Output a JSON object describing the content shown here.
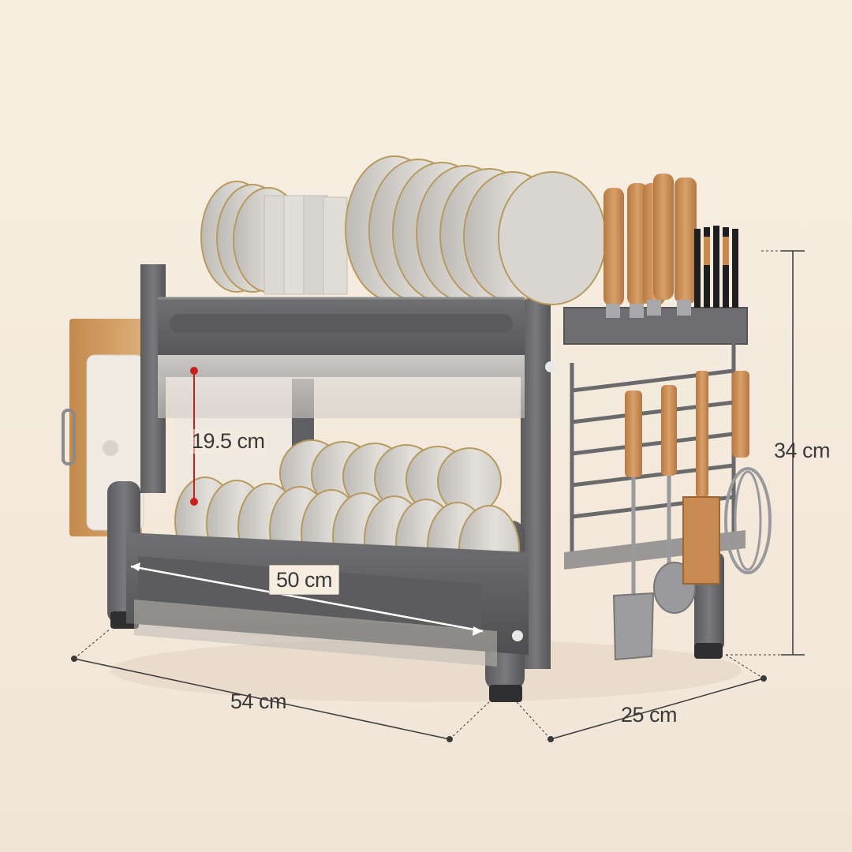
{
  "product": {
    "name": "two-tier dish drying rack",
    "accent_frame_color": "#6a6a6c",
    "wood_color": "#c98a52",
    "marker_color": "#c81e1e"
  },
  "dimensions": {
    "height_label": "34 cm",
    "depth_label": "25 cm",
    "width_label": "54 cm",
    "tier_clearance_label": "19.5 cm",
    "inner_width_label": "50 cm"
  }
}
